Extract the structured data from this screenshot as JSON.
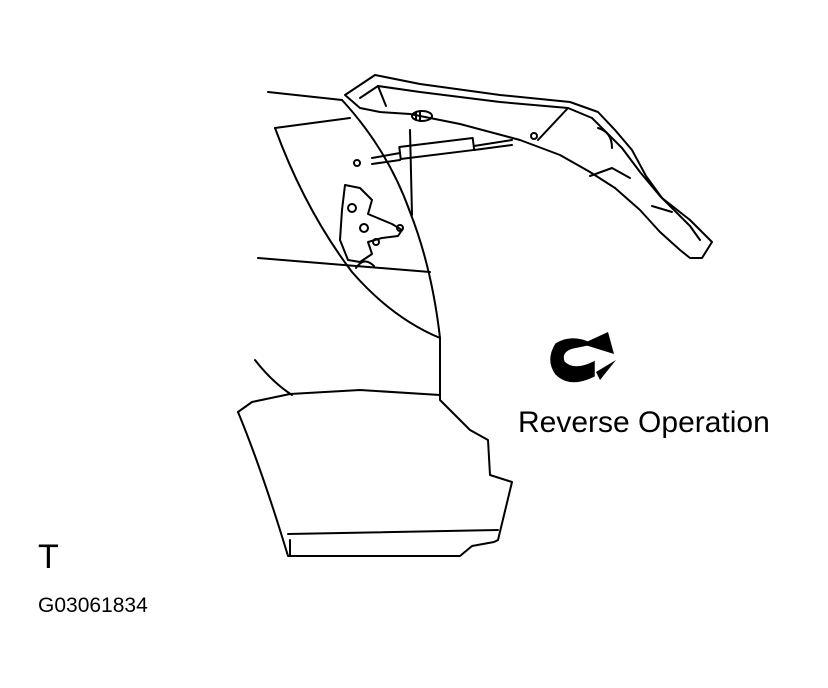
{
  "labels": {
    "operation": "Reverse Operation",
    "view_letter": "T",
    "figure_code": "G03061834"
  },
  "icons": {
    "operation_arrow": "curved-arrow-icon"
  },
  "colors": {
    "line": "#000000",
    "background": "#ffffff"
  }
}
